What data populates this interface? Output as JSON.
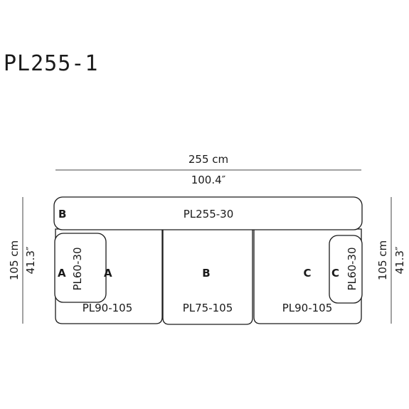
{
  "title": "PL255-1",
  "width": {
    "cm": "255 cm",
    "in": "100.4″"
  },
  "depth_left": {
    "cm": "105 cm",
    "in": "41.3″"
  },
  "depth_right": {
    "cm": "105 cm",
    "in": "41.3″"
  },
  "back": {
    "letter": "B",
    "code": "PL255-30"
  },
  "left_cushion": {
    "letter": "A",
    "code": "PL60-30"
  },
  "right_cushion": {
    "letter": "C",
    "code": "PL60-30"
  },
  "seat_left": {
    "letter": "A",
    "code": "PL90-105"
  },
  "seat_middle": {
    "letter": "B",
    "code": "PL75-105"
  },
  "seat_right": {
    "letter": "C",
    "code": "PL90-105"
  }
}
